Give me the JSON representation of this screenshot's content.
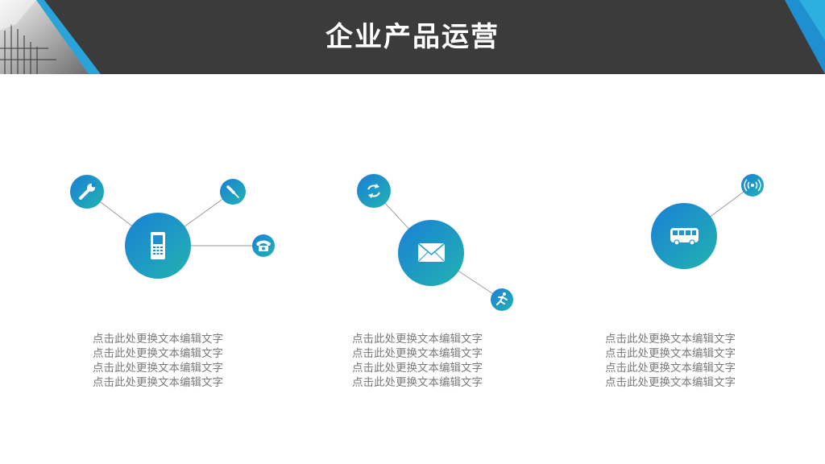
{
  "title": "企业产品运营",
  "colors": {
    "header_bg": "#3b3b3b",
    "accent_start": "#1a7fd6",
    "accent_end": "#22b3b0",
    "text": "#7a7a7a"
  },
  "groups": [
    {
      "main_icon": "mobile-phone-icon",
      "satellites": [
        "wrench-icon",
        "screwdriver-icon",
        "telephone-icon"
      ],
      "lines": [
        "点击此处更换文本编辑文字",
        "点击此处更换文本编辑文字",
        "点击此处更换文本编辑文字",
        "点击此处更换文本编辑文字"
      ]
    },
    {
      "main_icon": "envelope-icon",
      "satellites": [
        "refresh-icon",
        "running-person-icon"
      ],
      "lines": [
        "点击此处更换文本编辑文字",
        "点击此处更换文本编辑文字",
        "点击此处更换文本编辑文字",
        "点击此处更换文本编辑文字"
      ]
    },
    {
      "main_icon": "bus-icon",
      "satellites": [
        "broadcast-icon"
      ],
      "lines": [
        "点击此处更换文本编辑文字",
        "点击此处更换文本编辑文字",
        "点击此处更换文本编辑文字",
        "点击此处更换文本编辑文字"
      ]
    }
  ]
}
